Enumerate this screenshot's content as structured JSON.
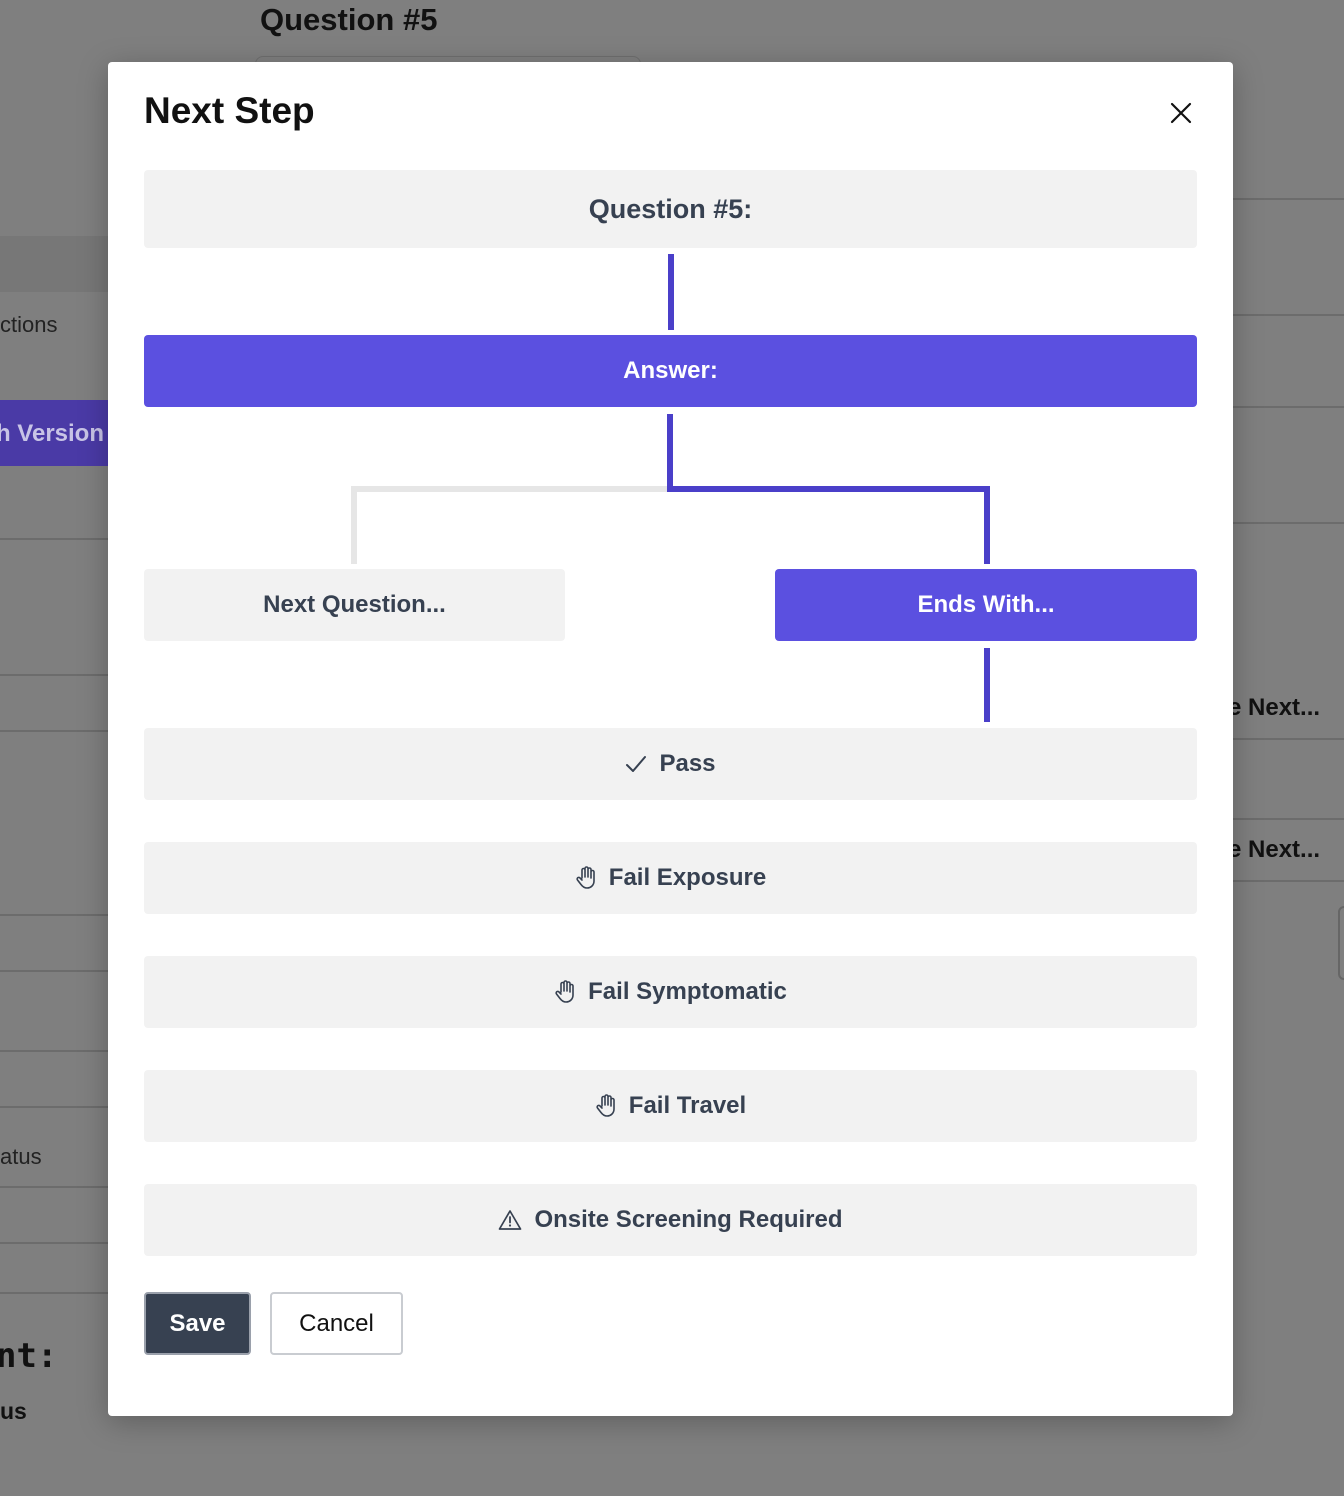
{
  "background": {
    "title": "Question #5",
    "text_ctions": "ctions",
    "button_version": "h Version",
    "text_atus": "atus",
    "mono_text": "nt:",
    "text_us": "us",
    "right_next_1": "e Next...",
    "right_next_2": "e Next..."
  },
  "modal": {
    "title": "Next Step",
    "close_icon": "close-icon",
    "question_box": "Question #5:",
    "answer_box": "Answer:",
    "next_question": "Next Question...",
    "ends_with": "Ends With...",
    "options": [
      {
        "label": "Pass",
        "icon": "check-icon"
      },
      {
        "label": "Fail Exposure",
        "icon": "hand-icon"
      },
      {
        "label": "Fail Symptomatic",
        "icon": "hand-icon"
      },
      {
        "label": "Fail Travel",
        "icon": "hand-icon"
      },
      {
        "label": "Onsite Screening Required",
        "icon": "warning-icon"
      }
    ],
    "save_label": "Save",
    "cancel_label": "Cancel"
  },
  "colors": {
    "accent": "#5b50e0",
    "connector_active": "#4a3fc9",
    "connector_inactive": "#e6e6e6",
    "box_bg": "#f2f2f2",
    "save_bg": "#374151"
  }
}
